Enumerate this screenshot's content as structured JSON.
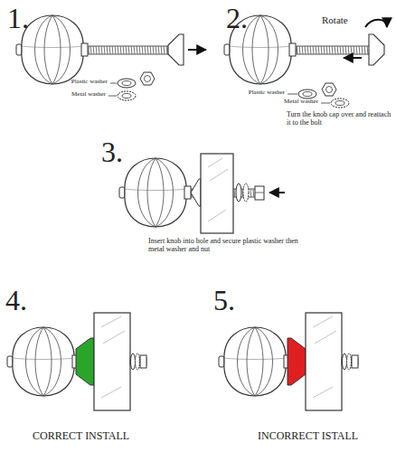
{
  "diagram": {
    "labels": [
      "1.",
      "Plastic washer",
      "Metal washer",
      "2.",
      "Rotate",
      "Plastic washer",
      "Metal washer",
      "Turn the knob cap over and reattach it to the bolt",
      "3.",
      "Insert knob into hole and secure plastic washer then metal washer and nut",
      "4.",
      "5.",
      "CORRECT INSTALL",
      "INCORRECT ISTALL"
    ]
  }
}
